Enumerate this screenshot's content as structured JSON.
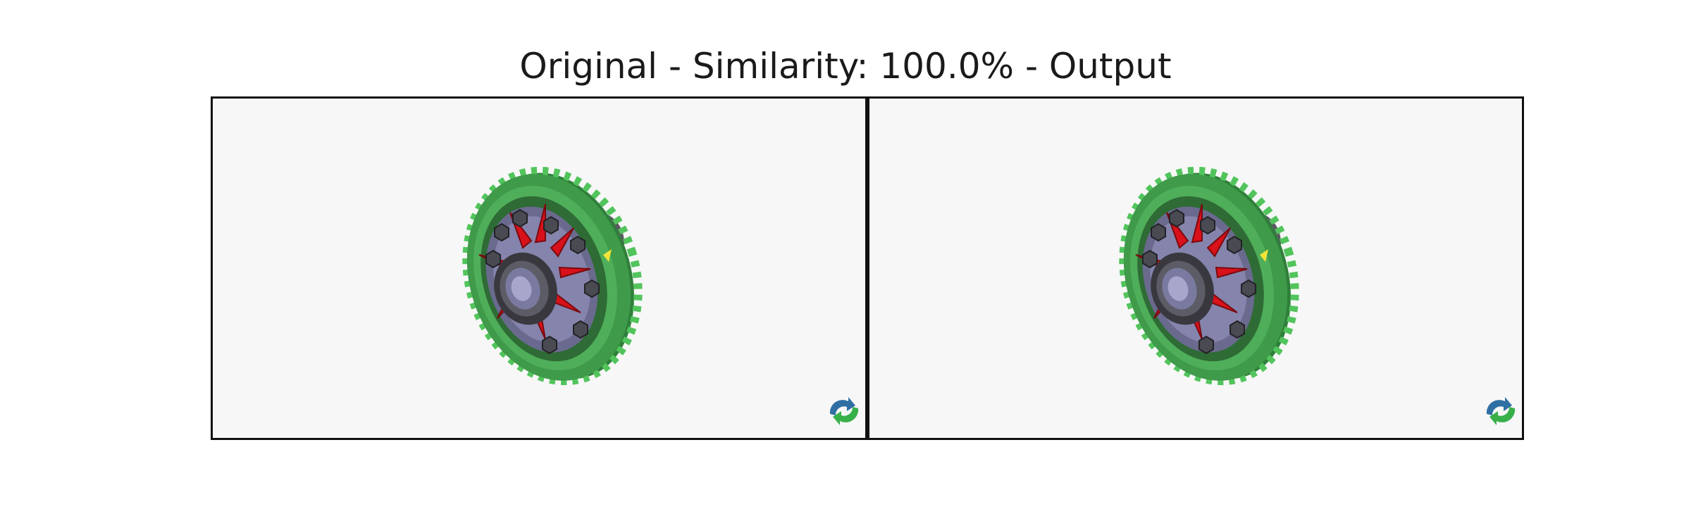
{
  "title": "Original - Similarity: 100.0% - Output",
  "panels": [
    {
      "id": "original",
      "icon": "refresh-icon"
    },
    {
      "id": "output",
      "icon": "refresh-icon"
    }
  ],
  "colors": {
    "background": "#f7f7f7",
    "gear_green": "#3f9a4a",
    "gear_teeth": "#52c45c",
    "hub_purple": "#7a7a9e",
    "fins_red": "#d8111a",
    "bolts": "#4a4a52",
    "refresh_blue": "#2f6fa3",
    "refresh_green": "#38b04a"
  }
}
